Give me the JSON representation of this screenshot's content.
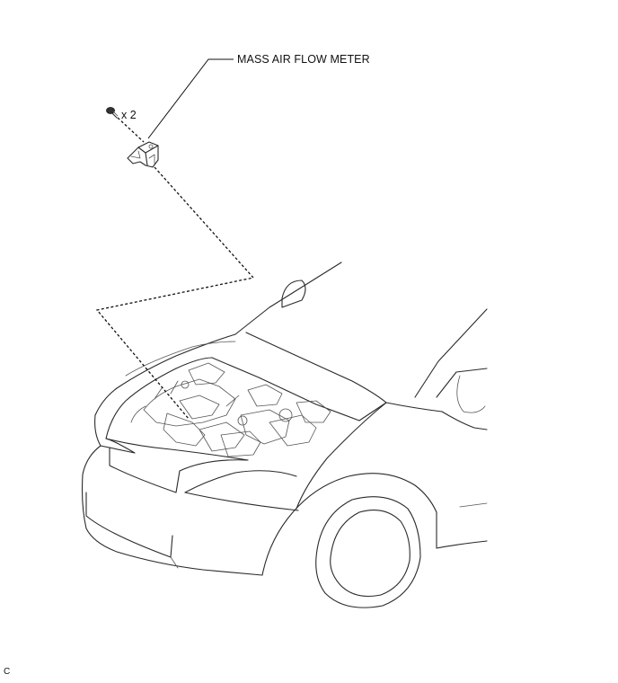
{
  "labels": {
    "part_name": "MASS AIR FLOW METER",
    "bolt_quantity": "x 2",
    "reference_code": "C"
  },
  "icons": {
    "bolt": "bolt-icon",
    "sensor": "mass-air-flow-meter-icon",
    "vehicle": "vehicle-front-icon"
  }
}
